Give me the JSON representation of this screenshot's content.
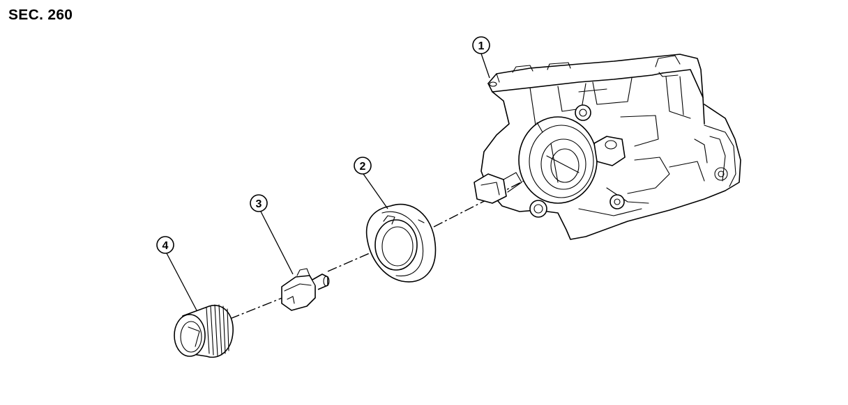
{
  "section_label": "SEC. 260",
  "callouts": [
    {
      "id": "1",
      "label": "1"
    },
    {
      "id": "2",
      "label": "2"
    },
    {
      "id": "3",
      "label": "3"
    },
    {
      "id": "4",
      "label": "4"
    }
  ]
}
